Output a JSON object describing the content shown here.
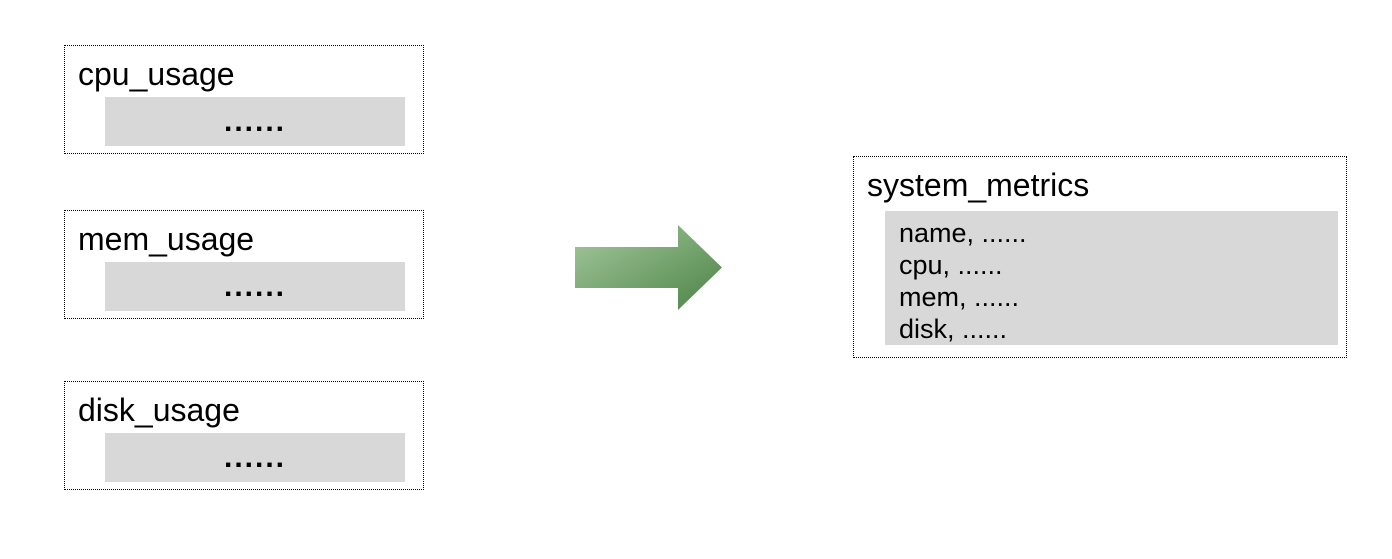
{
  "sources": [
    {
      "label": "cpu_usage",
      "content": "......"
    },
    {
      "label": "mem_usage",
      "content": "......"
    },
    {
      "label": "disk_usage",
      "content": "......"
    }
  ],
  "target": {
    "label": "system_metrics",
    "rows": [
      "name, ......",
      "cpu, ......",
      "mem, ......",
      "disk, ......"
    ]
  },
  "arrow": {
    "direction": "right",
    "gradient_from": "#a6c99e",
    "gradient_to": "#4b8346"
  },
  "colors": {
    "background": "#ffffff",
    "panel_fill": "#d8d8d8",
    "border": "#000000"
  }
}
